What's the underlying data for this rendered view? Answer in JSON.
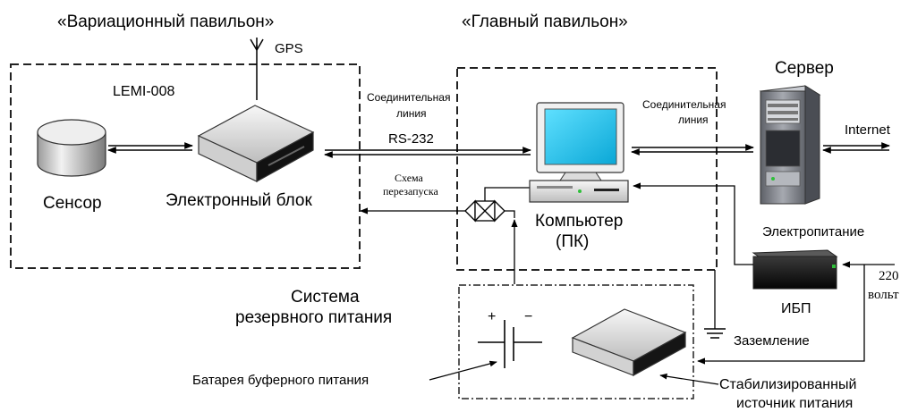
{
  "labels": {
    "variation_pavilion": "«Вариационный павильон»",
    "main_pavilion": "«Главный павильон»",
    "gps": "GPS",
    "lemi": "LEMI-008",
    "sensor": "Сенсор",
    "electronic_block": "Электронный блок",
    "link_line_1a": "Соединительная",
    "link_line_1b": "линия",
    "rs232": "RS-232",
    "restart_1": "Схема",
    "restart_2": "перезапуска",
    "computer_1": "Компьютер",
    "computer_2": "(ПК)",
    "link_line_2a": "Соединительная",
    "link_line_2b": "линия",
    "server": "Сервер",
    "internet": "Internet",
    "power_supply": "Электропитание",
    "ups": "ИБП",
    "v220_a": "220",
    "v220_b": "вольт",
    "backup_1": "Система",
    "backup_2": "резервного питания",
    "grounding": "Заземление",
    "battery": "Батарея буферного питания",
    "plus": "+",
    "minus": "−",
    "stab_1": "Стабилизированный",
    "stab_2": "источник питания"
  },
  "colors": {
    "line": "#000000",
    "server_case": "#8c8f96",
    "monitor_screen": "#18c4ee",
    "ups_body": "#1e1e1e",
    "indicator": "#2fbf3a"
  }
}
